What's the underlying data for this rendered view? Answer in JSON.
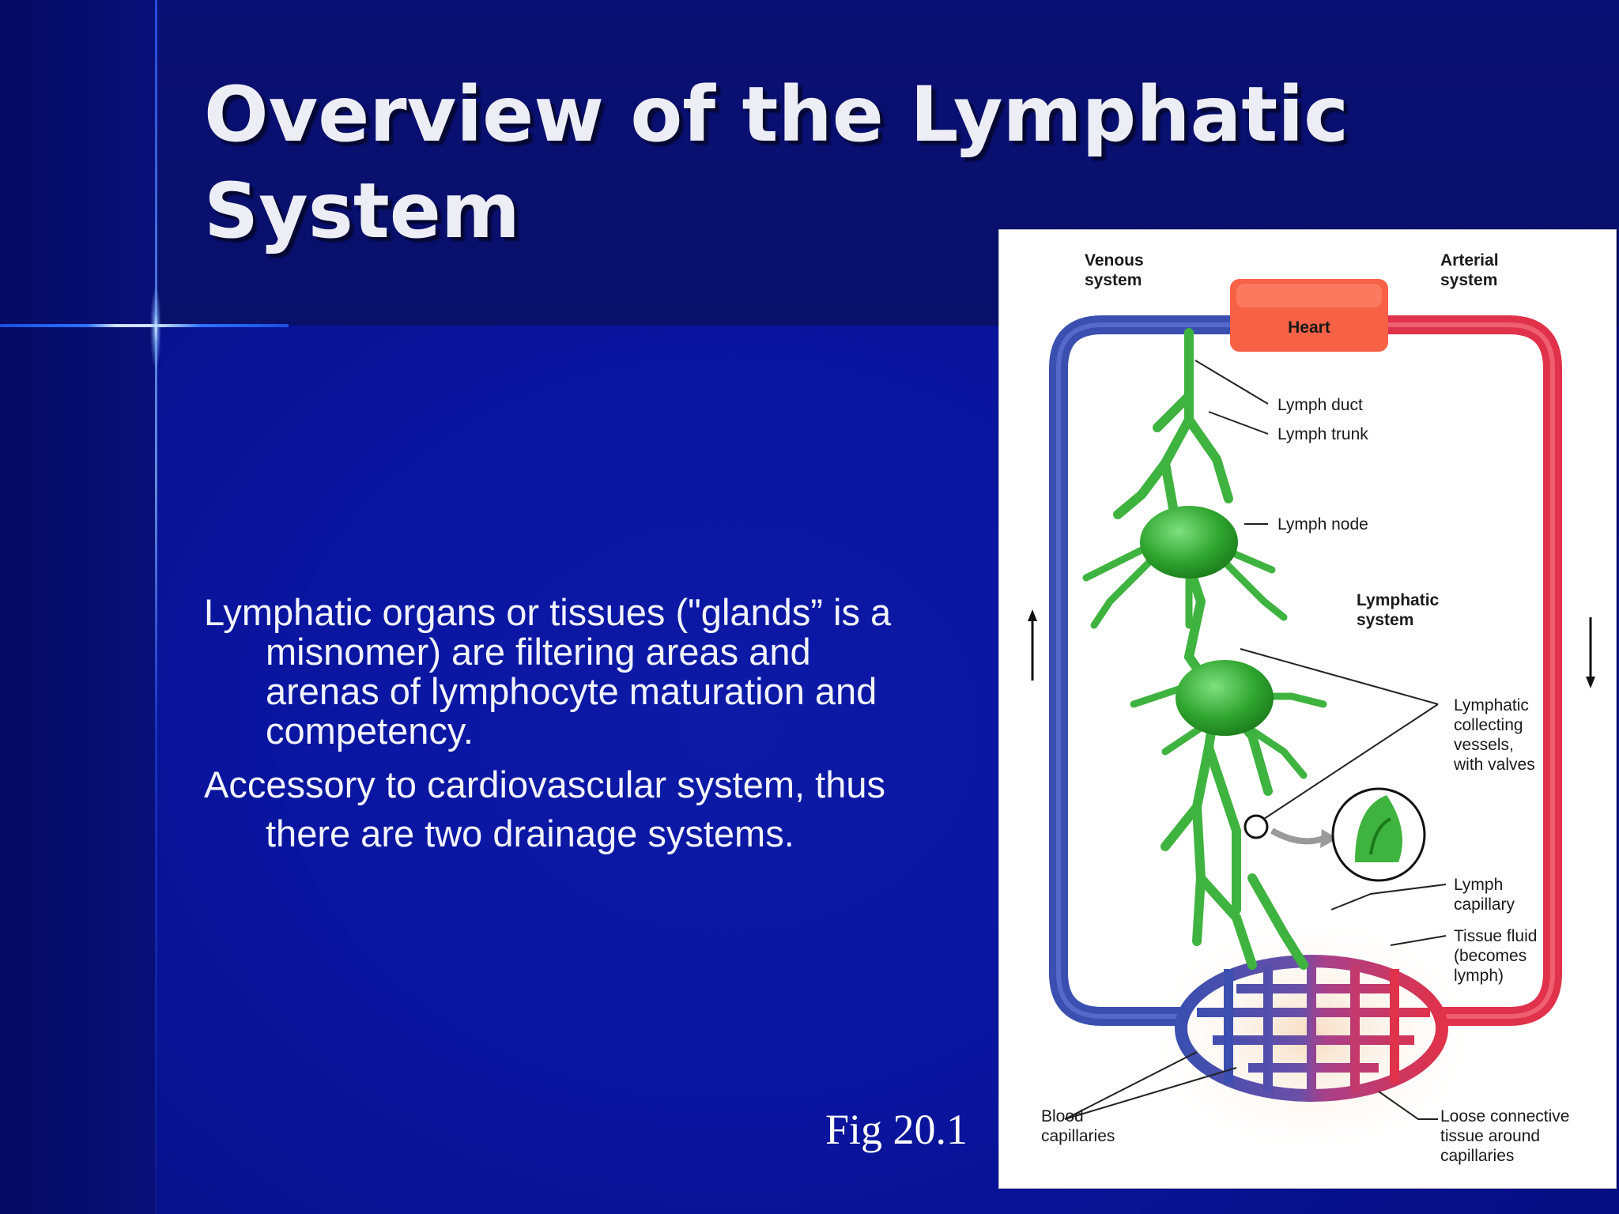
{
  "slide": {
    "title": "Overview of the Lymphatic System",
    "body_paragraphs": [
      "Lymphatic organs or tissues (\"glands” is a misnomer) are filtering areas and arenas of lymphocyte maturation and competency.",
      "Accessory to cardiovascular system, thus there are two drainage systems."
    ],
    "figure_caption": "Fig 20.1"
  },
  "diagram": {
    "venous_system": [
      "Venous",
      "system"
    ],
    "arterial_system": [
      "Arterial",
      "system"
    ],
    "heart": "Heart",
    "lymph_duct": "Lymph duct",
    "lymph_trunk": "Lymph trunk",
    "lymph_node": "Lymph node",
    "lymphatic_system": [
      "Lymphatic",
      "system"
    ],
    "collecting_vessels": [
      "Lymphatic",
      "collecting",
      "vessels,",
      "with valves"
    ],
    "lymph_capillary": [
      "Lymph",
      "capillary"
    ],
    "tissue_fluid": [
      "Tissue fluid",
      "(becomes",
      "lymph)"
    ],
    "blood_capillaries": [
      "Blood",
      "capillaries"
    ],
    "loose_connective": [
      "Loose connective",
      "tissue around",
      "capillaries"
    ],
    "colors": {
      "venous": "#3a4fb0",
      "arterial": "#e0324a",
      "heart": "#f76145",
      "lymph": "#3fb33f"
    }
  }
}
